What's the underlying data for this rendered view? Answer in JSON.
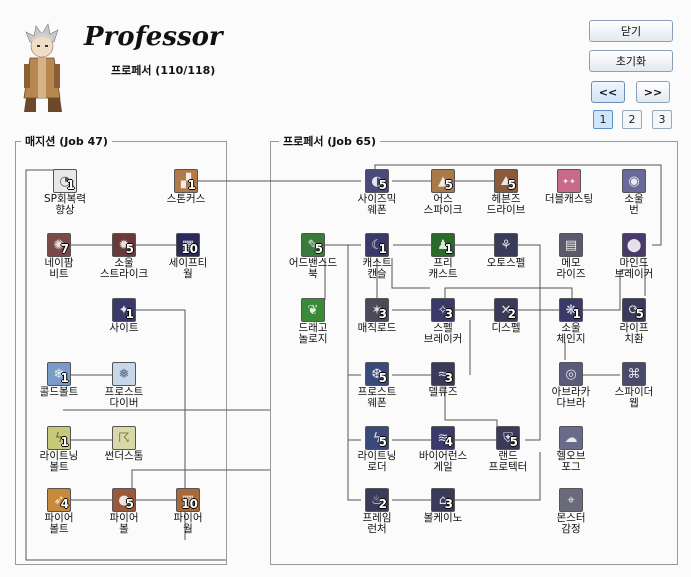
{
  "header": {
    "class_name": "Professor",
    "class_subtitle": "프로페서 (110/118)"
  },
  "buttons": {
    "close": "닫기",
    "reset": "초기화",
    "prev": "<<",
    "next": ">>"
  },
  "pages": [
    "1",
    "2",
    "3"
  ],
  "groups": {
    "left": "매지션 (Job 47)",
    "right": "프로페서 (Job 65)"
  },
  "skills": [
    {
      "id": "sp-recovery",
      "line1": "SP회복력",
      "line2": "향상",
      "level": "1",
      "icon": "sp-recovery-icon",
      "color": "#e8e8e8"
    },
    {
      "id": "stone-curse",
      "line1": "스톤커스",
      "line2": "",
      "level": "1",
      "icon": "stone-curse-icon",
      "color": "#b07a4a"
    },
    {
      "id": "napalm-beat",
      "line1": "네이팜",
      "line2": "비트",
      "level": "7",
      "icon": "napalm-beat-icon",
      "color": "#7a4a4a"
    },
    {
      "id": "soul-strike",
      "line1": "소울",
      "line2": "스트라이크",
      "level": "5",
      "icon": "soul-strike-icon",
      "color": "#6a3a3a"
    },
    {
      "id": "safety-wall",
      "line1": "세이프티",
      "line2": "월",
      "level": "10",
      "icon": "safety-wall-icon",
      "color": "#2a2a5a"
    },
    {
      "id": "sight",
      "line1": "사이트",
      "line2": "",
      "level": "1",
      "icon": "sight-icon",
      "color": "#3a3a6a"
    },
    {
      "id": "cold-bolt",
      "line1": "콜드볼트",
      "line2": "",
      "level": "1",
      "icon": "cold-bolt-icon",
      "color": "#7a9ac8"
    },
    {
      "id": "frost-diver",
      "line1": "프로스트",
      "line2": "다이버",
      "level": "",
      "icon": "frost-diver-icon",
      "color": "#c8d8e8"
    },
    {
      "id": "lightning-bolt",
      "line1": "라이트닝",
      "line2": "볼트",
      "level": "1",
      "icon": "lightning-bolt-icon",
      "color": "#c8c87a"
    },
    {
      "id": "thunder-storm",
      "line1": "썬더스톰",
      "line2": "",
      "level": "",
      "icon": "thunder-storm-icon",
      "color": "#d8d8a8"
    },
    {
      "id": "fire-bolt",
      "line1": "파이어",
      "line2": "볼트",
      "level": "4",
      "icon": "fire-bolt-icon",
      "color": "#c88a3a"
    },
    {
      "id": "fire-ball",
      "line1": "파이어",
      "line2": "볼",
      "level": "5",
      "icon": "fire-ball-icon",
      "color": "#9a5a3a"
    },
    {
      "id": "fire-wall",
      "line1": "파이어",
      "line2": "월",
      "level": "10",
      "icon": "fire-wall-icon",
      "color": "#a86a3a"
    },
    {
      "id": "psychic-wave",
      "line1": "사이즈믹",
      "line2": "웨폰",
      "level": "5",
      "icon": "seismic-weapon-icon",
      "color": "#4a4a7a"
    },
    {
      "id": "earth-spike",
      "line1": "어스",
      "line2": "스파이크",
      "level": "5",
      "icon": "earth-spike-icon",
      "color": "#a87a4a"
    },
    {
      "id": "heavens-drive",
      "line1": "헤븐즈",
      "line2": "드라이브",
      "level": "5",
      "icon": "heavens-drive-icon",
      "color": "#8a5a3a"
    },
    {
      "id": "double-casting",
      "line1": "더블캐스팅",
      "line2": "",
      "level": "",
      "icon": "double-casting-icon",
      "color": "#c86a8a"
    },
    {
      "id": "summon-ball",
      "line1": "소울",
      "line2": "번",
      "level": "",
      "icon": "soul-burn-icon",
      "color": "#6a6a9a"
    },
    {
      "id": "advanced-book",
      "line1": "어드밴스드",
      "line2": "북",
      "level": "5",
      "icon": "advanced-book-icon",
      "color": "#3a7a3a"
    },
    {
      "id": "cast-cancel",
      "line1": "캐스트",
      "line2": "캔슬",
      "level": "1",
      "icon": "cast-cancel-icon",
      "color": "#3a3a6a"
    },
    {
      "id": "free-cast",
      "line1": "프리",
      "line2": "캐스트",
      "level": "1",
      "icon": "free-cast-icon",
      "color": "#2a6a2a"
    },
    {
      "id": "auto-spell",
      "line1": "오토스펠",
      "line2": "",
      "level": "",
      "icon": "auto-spell-icon",
      "color": "#3a3a5a"
    },
    {
      "id": "memorize",
      "line1": "메모",
      "line2": "라이즈",
      "level": "",
      "icon": "memorize-icon",
      "color": "#5a5a6a"
    },
    {
      "id": "mind-breaker",
      "line1": "마인드",
      "line2": "브레이커",
      "level": "",
      "icon": "mind-breaker-icon",
      "color": "#4a3a6a"
    },
    {
      "id": "dragonology",
      "line1": "드래고",
      "line2": "놀로지",
      "level": "",
      "icon": "dragonology-icon",
      "color": "#3a8a3a"
    },
    {
      "id": "magic-rod",
      "line1": "매직로드",
      "line2": "",
      "level": "3",
      "icon": "magic-rod-icon",
      "color": "#4a4a5a"
    },
    {
      "id": "spell-breaker",
      "line1": "스펠",
      "line2": "브레이커",
      "level": "3",
      "icon": "spell-breaker-icon",
      "color": "#3a3a6a"
    },
    {
      "id": "dispell",
      "line1": "디스펠",
      "line2": "",
      "level": "2",
      "icon": "dispell-icon",
      "color": "#3a3a5a"
    },
    {
      "id": "soul-change",
      "line1": "소울",
      "line2": "체인지",
      "level": "1",
      "icon": "soul-change-icon",
      "color": "#3a3a6a"
    },
    {
      "id": "life-change",
      "line1": "라이프",
      "line2": "치환",
      "level": "5",
      "icon": "life-change-icon",
      "color": "#3a3a5a"
    },
    {
      "id": "frost-weapon",
      "line1": "프로스트",
      "line2": "웨폰",
      "level": "5",
      "icon": "frost-weapon-icon",
      "color": "#3a4a7a"
    },
    {
      "id": "deluge",
      "line1": "델류즈",
      "line2": "",
      "level": "3",
      "icon": "deluge-icon",
      "color": "#3a3a5a"
    },
    {
      "id": "abracadabra",
      "line1": "아브라카",
      "line2": "다브라",
      "level": "",
      "icon": "abracadabra-icon",
      "color": "#5a5a7a"
    },
    {
      "id": "spider-web",
      "line1": "스파이더",
      "line2": "웹",
      "level": "",
      "icon": "spider-web-icon",
      "color": "#4a4a6a"
    },
    {
      "id": "lightning-loader",
      "line1": "라이트닝",
      "line2": "로더",
      "level": "5",
      "icon": "lightning-loader-icon",
      "color": "#3a4a7a"
    },
    {
      "id": "violent-gale",
      "line1": "바이어런스",
      "line2": "게일",
      "level": "4",
      "icon": "violent-gale-icon",
      "color": "#3a3a6a"
    },
    {
      "id": "land-protector",
      "line1": "랜드",
      "line2": "프로텍터",
      "level": "5",
      "icon": "land-protector-icon",
      "color": "#3a3a5a"
    },
    {
      "id": "fog-wall",
      "line1": "헬오브",
      "line2": "포그",
      "level": "",
      "icon": "fog-wall-icon",
      "color": "#6a6a8a"
    },
    {
      "id": "flame-launcher",
      "line1": "프레임",
      "line2": "런처",
      "level": "2",
      "icon": "flame-launcher-icon",
      "color": "#3a3a5a"
    },
    {
      "id": "volcano",
      "line1": "볼케이노",
      "line2": "",
      "level": "3",
      "icon": "volcano-icon",
      "color": "#3a3a5a"
    },
    {
      "id": "sense",
      "line1": "몬스터",
      "line2": "감정",
      "level": "",
      "icon": "sense-icon",
      "color": "#6a6a7a"
    }
  ]
}
